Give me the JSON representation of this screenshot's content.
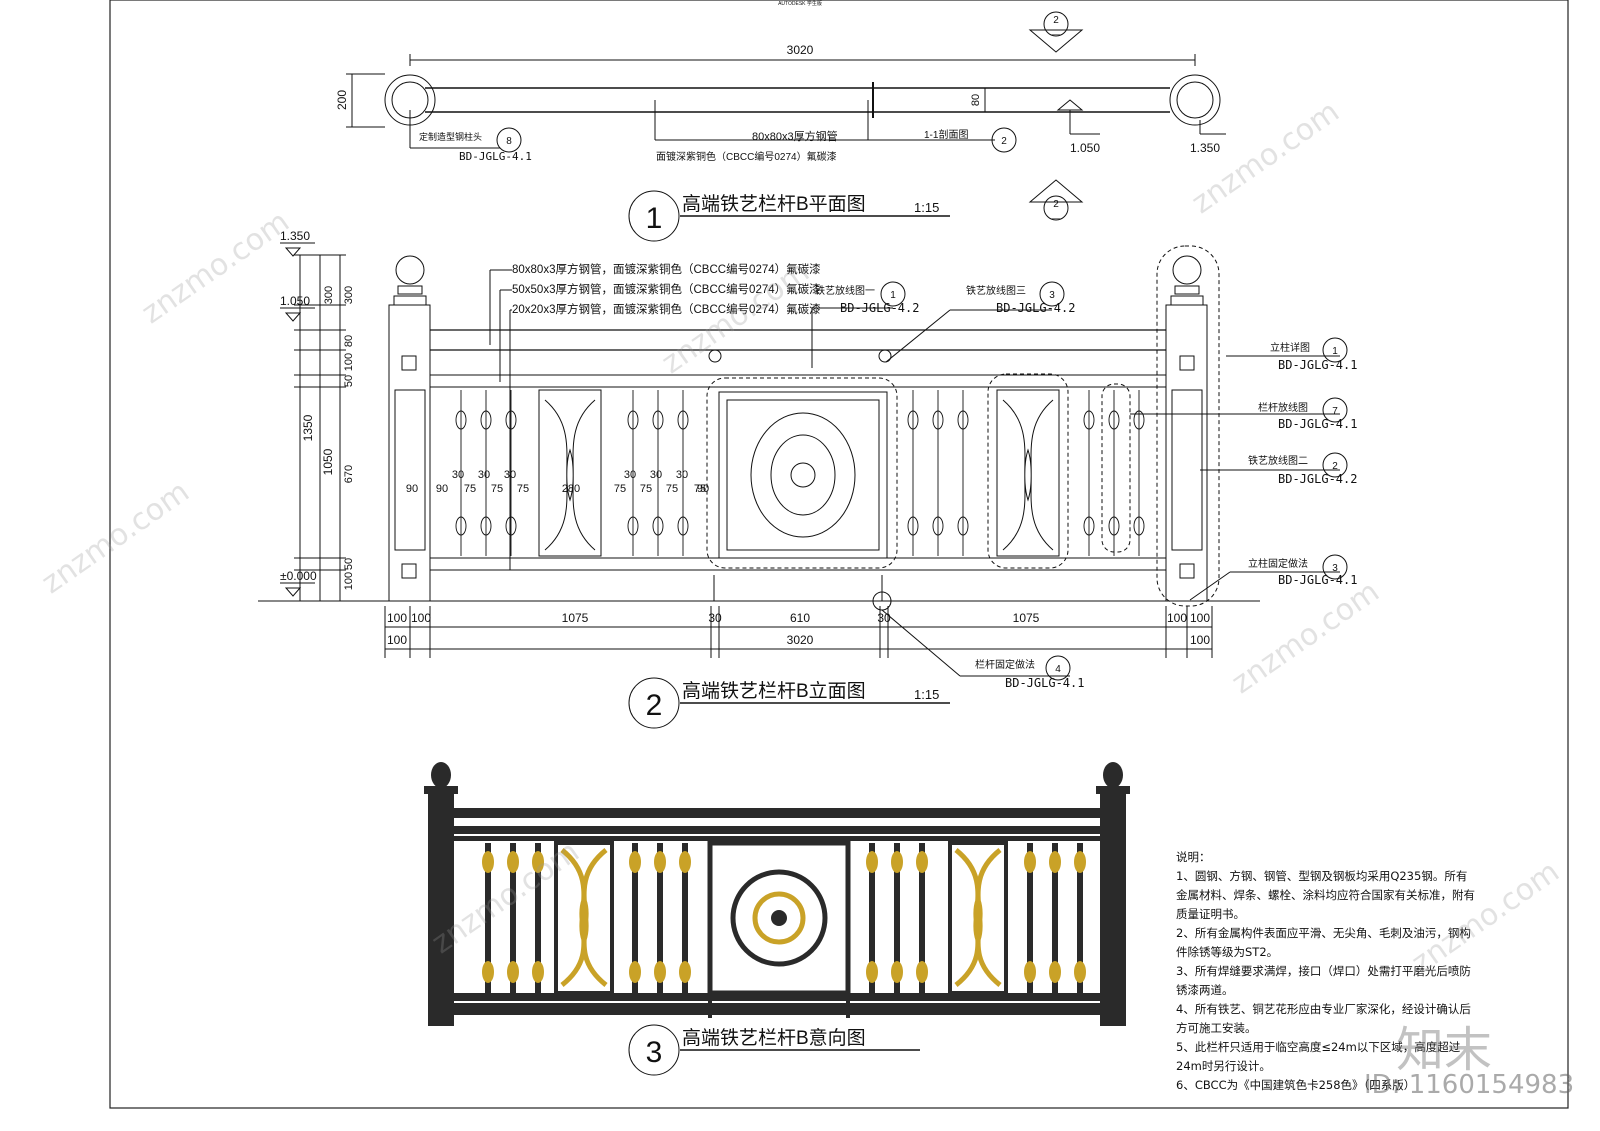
{
  "header_mark": "AUTODESK 学生版",
  "plan": {
    "width_dim": "3020",
    "height_dim": "200",
    "pipe_h": "80",
    "post_note": "定制造型钢柱头",
    "post_ref_num": "8",
    "post_ref_code": "BD-JGLG-4.1",
    "pipe_note": "80x80x3厚方钢管",
    "paint_note": "面镀深紫铜色（CBCC编号0274）氟碳漆",
    "section_note": "1-1剖面图",
    "section_ref_num": "2",
    "level_1": "1.050",
    "level_2": "1.350",
    "title_num": "1",
    "title": "高端铁艺栏杆B平面图",
    "scale": "1:15",
    "section_mark_top": "2",
    "section_mark_bottom": "—"
  },
  "elevation": {
    "levels": [
      "1.350",
      "1.050",
      "±0.000"
    ],
    "left_dims": [
      "300",
      "300",
      "80",
      "100",
      "50",
      "670",
      "100",
      "50",
      "1350",
      "1050"
    ],
    "pipe_notes": [
      "80x80x3厚方钢管，面镀深紫铜色（CBCC编号0274）氟碳漆",
      "50x50x3厚方钢管，面镀深紫铜色（CBCC编号0274）氟碳漆",
      "20x20x3厚方钢管，面镀深紫铜色（CBCC编号0274）氟碳漆"
    ],
    "callouts": [
      {
        "label": "铁艺放线图一",
        "num": "1",
        "code": "BD-JGLG-4.2"
      },
      {
        "label": "铁艺放线图三",
        "num": "3",
        "code": "BD-JGLG-4.2"
      },
      {
        "label": "立柱详图",
        "num": "1",
        "code": "BD-JGLG-4.1"
      },
      {
        "label": "栏杆放线图",
        "num": "7",
        "code": "BD-JGLG-4.1"
      },
      {
        "label": "铁艺放线图二",
        "num": "2",
        "code": "BD-JGLG-4.2"
      },
      {
        "label": "立柱固定做法",
        "num": "3",
        "code": "BD-JGLG-4.1"
      },
      {
        "label": "栏杆固定做法",
        "num": "4",
        "code": "BD-JGLG-4.1"
      }
    ],
    "inner_dims_top": [
      "30",
      "30",
      "30",
      "30",
      "30",
      "30"
    ],
    "inner_dims": [
      "90",
      "90",
      "75",
      "75",
      "75",
      "280",
      "75",
      "75",
      "75",
      "75",
      "90"
    ],
    "bottom_dims_1": [
      "100",
      "100",
      "1075",
      "30",
      "610",
      "30",
      "1075",
      "100",
      "100"
    ],
    "bottom_dims_2": [
      "100",
      "3020",
      "100"
    ],
    "title_num": "2",
    "title": "高端铁艺栏杆B立面图",
    "scale": "1:15"
  },
  "render": {
    "title_num": "3",
    "title": "高端铁艺栏杆B意向图"
  },
  "notes": {
    "heading": "说明：",
    "items": [
      "1、圆钢、方钢、钢管、型钢及钢板均采用Q235钢。所有金属材料、焊条、螺栓、涂料均应符合国家有关标准，附有质量证明书。",
      "2、所有金属构件表面应平滑、无尖角、毛刺及油污，钢构件除锈等级为ST2。",
      "3、所有焊缝要求满焊，接口（焊口）处需打平磨光后喷防锈漆两道。",
      "4、所有铁艺、铜艺花形应由专业厂家深化，经设计确认后方可施工安装。",
      "5、此栏杆只适用于临空高度≤24m以下区域，高度超过24m时另行设计。",
      "6、CBCC为《中国建筑色卡258色》（四系版）"
    ]
  },
  "watermark": "znzmo.com",
  "brand": "知末",
  "id_label": "ID: 1160154983",
  "colors": {
    "line": "#111111",
    "iron": "#2a2a2a",
    "gold": "#c9a227"
  }
}
